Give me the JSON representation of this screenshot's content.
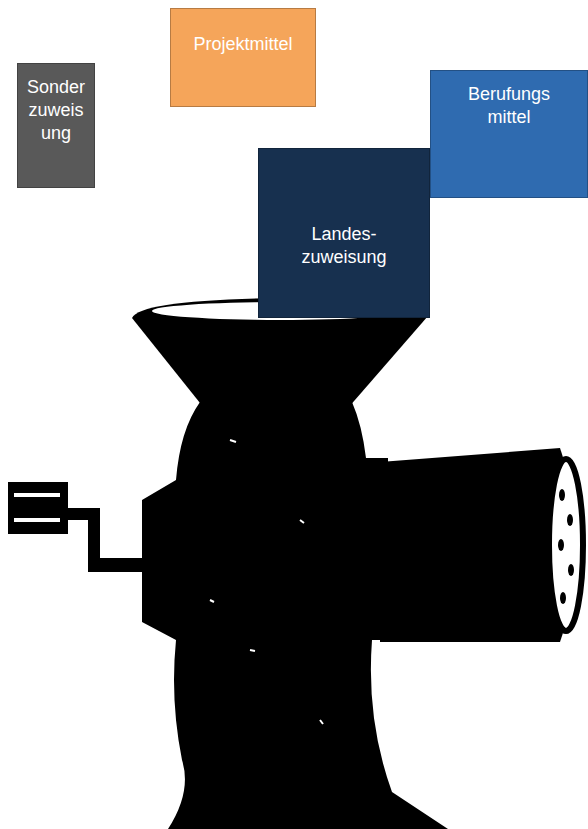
{
  "diagram": {
    "nodes": [
      {
        "text": [
          "Sonder zuweis ung"
        ]
      },
      {
        "text": [
          "Projektmittel"
        ]
      },
      {
        "text": [
          "Berufungs mittel"
        ]
      },
      {
        "text": [
          "Landes- zuweisung"
        ]
      }
    ]
  }
}
